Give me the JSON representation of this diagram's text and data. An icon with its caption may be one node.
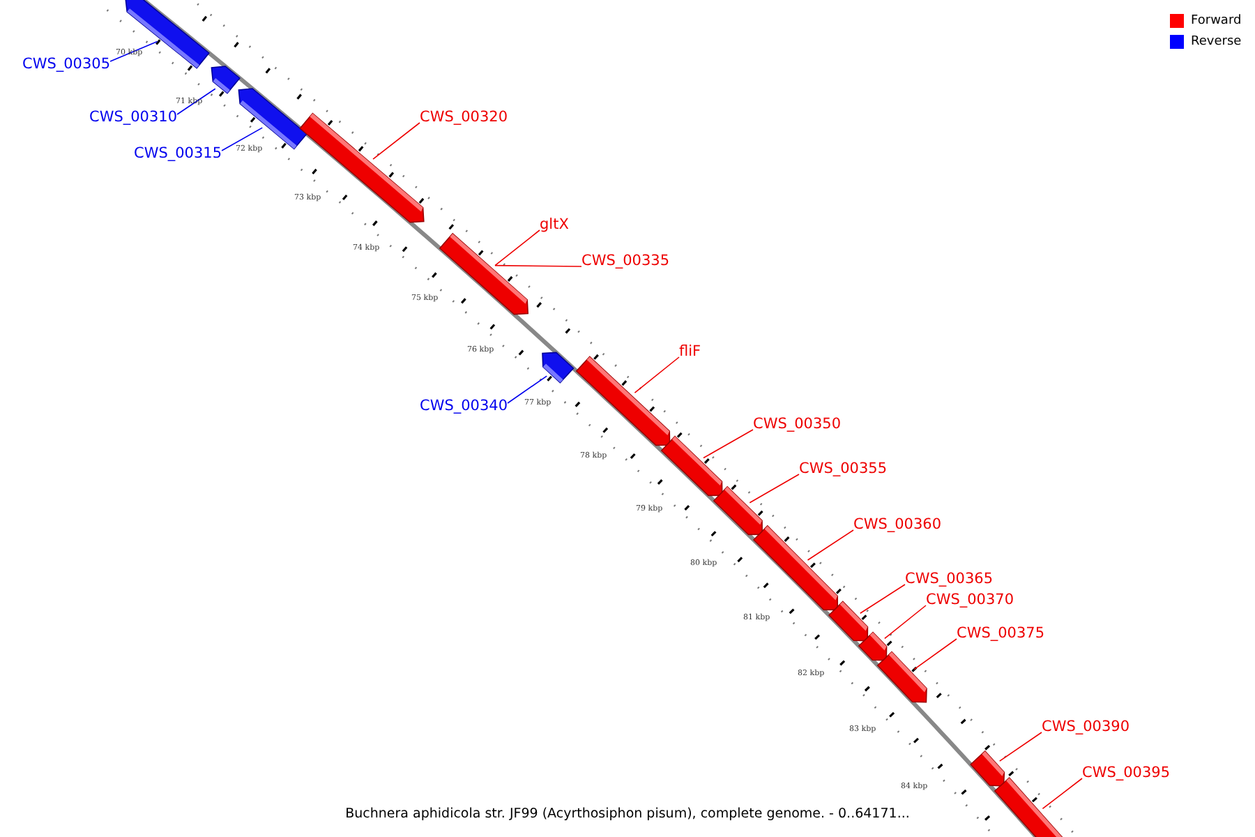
{
  "diagram": {
    "caption": "Buchnera aphidicola str. JF99 (Acyrthosiphon pisum), complete genome. - 0..64171...",
    "nodes": [
      {
        "text": [],
        "shape": "bar"
      },
      {
        "text": [],
        "shape": "bar"
      },
      {
        "text": [],
        "shape": "bar"
      },
      {
        "text": [],
        "shape": "bar"
      },
      {
        "text": [],
        "shape": "bar"
      },
      {
        "text": [],
        "shape": "bar"
      },
      {
        "text": [],
        "shape": "bar"
      },
      {
        "text": [],
        "shape": "bar"
      },
      {
        "text": [],
        "shape": "bar"
      },
      {
        "text": [],
        "shape": "bar"
      },
      {
        "text": [],
        "shape": "bar"
      },
      {
        "text": [],
        "shape": "bar"
      },
      {
        "text": [],
        "shape": "bar"
      },
      {
        "text": [],
        "shape": "bar"
      },
      {
        "text": [],
        "shape": "bar"
      },
      {
        "text": [
          "CWS_00305"
        ]
      },
      {
        "text": [
          "CWS_00310"
        ]
      },
      {
        "text": [
          "CWS_00315"
        ]
      },
      {
        "text": [
          "CWS_00320"
        ]
      },
      {
        "text": [
          "gltX"
        ]
      },
      {
        "text": [
          "CWS_00335"
        ]
      },
      {
        "text": [
          "CWS_00340"
        ]
      },
      {
        "text": [
          "fliF"
        ]
      },
      {
        "text": [
          "CWS_00350"
        ]
      },
      {
        "text": [
          "CWS_00355"
        ]
      },
      {
        "text": [
          "CWS_00360"
        ]
      },
      {
        "text": [
          "CWS_00365"
        ]
      },
      {
        "text": [
          "CWS_00370"
        ]
      },
      {
        "text": [
          "CWS_00375"
        ]
      },
      {
        "text": [
          "CWS_00390"
        ]
      },
      {
        "text": [
          "CWS_00395"
        ]
      }
    ],
    "edges": [
      {
        "from": 15,
        "to": 0,
        "arrow": "none",
        "color": "#0000ee"
      },
      {
        "from": 16,
        "to": 1,
        "arrow": "none",
        "color": "#0000ee"
      },
      {
        "from": 17,
        "to": 2,
        "arrow": "none",
        "color": "#0000ee"
      },
      {
        "from": 18,
        "to": 3,
        "arrow": "none"
      },
      {
        "from": 19,
        "to": 4,
        "arrow": "none"
      },
      {
        "from": 20,
        "to": 4,
        "arrow": "none"
      },
      {
        "from": 21,
        "to": 5,
        "arrow": "none",
        "color": "#0000ee"
      },
      {
        "from": 22,
        "to": 6,
        "arrow": "none"
      },
      {
        "from": 23,
        "to": 7,
        "arrow": "none"
      },
      {
        "from": 24,
        "to": 8,
        "arrow": "none"
      },
      {
        "from": 25,
        "to": 9,
        "arrow": "none"
      },
      {
        "from": 26,
        "to": 10,
        "arrow": "none"
      },
      {
        "from": 27,
        "to": 11,
        "arrow": "none"
      },
      {
        "from": 28,
        "to": 12,
        "arrow": "none"
      },
      {
        "from": 29,
        "to": 13,
        "arrow": "none"
      },
      {
        "from": 30,
        "to": 14,
        "arrow": "none"
      }
    ],
    "labels": [
      "70 kbp",
      "71 kbp",
      "72 kbp",
      "73 kbp",
      "74 kbp",
      "75 kbp",
      "76 kbp",
      "77 kbp",
      "78 kbp",
      "79 kbp",
      "80 kbp",
      "81 kbp",
      "82 kbp",
      "83 kbp",
      "84 kbp"
    ],
    "legend": [
      {
        "text": "Forward",
        "color": "#ff0000"
      },
      {
        "text": "Reverse",
        "color": "#0000ff"
      }
    ]
  }
}
